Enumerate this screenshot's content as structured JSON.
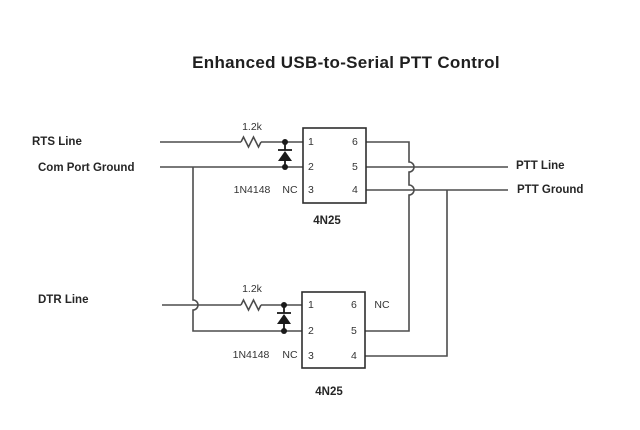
{
  "title": "Enhanced USB-to-Serial PTT Control",
  "colors": {
    "background": "#ffffff",
    "wire": "#4d4d4d",
    "component": "#1a1a1a",
    "text": "#262626"
  },
  "nodes": {
    "rts": "RTS Line",
    "com_ground": "Com Port Ground",
    "dtr": "DTR Line",
    "ptt_line": "PTT Line",
    "ptt_ground": "PTT Ground"
  },
  "components": {
    "resistor_value": "1.2k",
    "diode_part": "1N4148",
    "optocoupler_part": "4N25",
    "nc": "NC"
  },
  "ics": [
    {
      "name": "4N25",
      "pins_left": [
        "1",
        "2",
        "3"
      ],
      "pins_right": [
        "6",
        "5",
        "4"
      ],
      "nc_pins": [
        "3"
      ]
    },
    {
      "name": "4N25",
      "pins_left": [
        "1",
        "2",
        "3"
      ],
      "pins_right": [
        "6",
        "5",
        "4"
      ],
      "nc_pins": [
        "3",
        "6"
      ]
    }
  ],
  "connections": [
    "RTS Line -> 1.2k resistor -> IC1 pin 1",
    "1N4148 diode across IC1 pins 1-2, cathode toward pin 1",
    "Com Port Ground -> IC1 pin 2 and IC2 pin 2",
    "IC1 pin 6 -> IC2 pin 5",
    "IC1 pin 5 -> PTT Line",
    "IC1 pin 4 -> PTT Ground",
    "DTR Line -> 1.2k resistor -> IC2 pin 1",
    "1N4148 diode across IC2 pins 1-2, cathode toward pin 1",
    "IC2 pin 4 -> PTT Ground",
    "NC: IC1 pin 3, IC2 pin 3, IC2 pin 6"
  ]
}
